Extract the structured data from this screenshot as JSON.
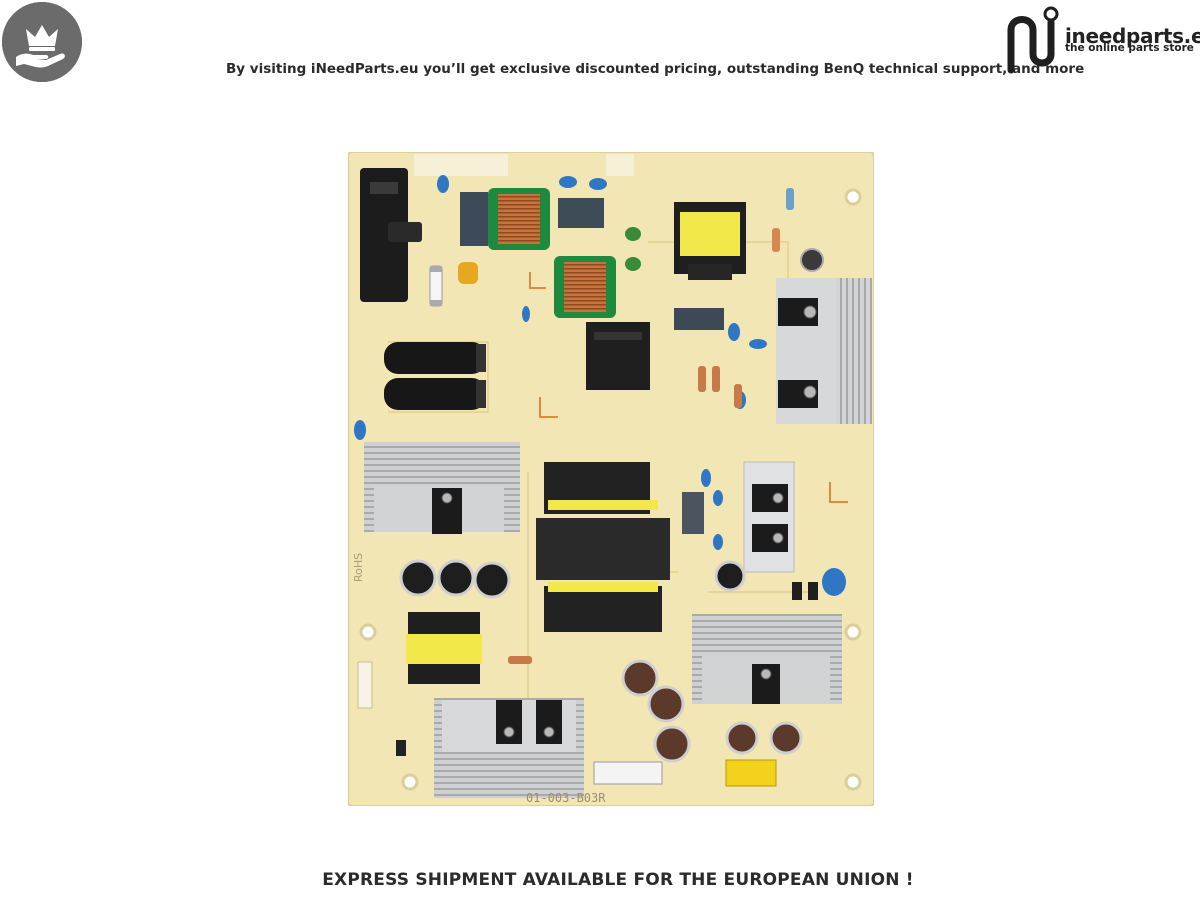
{
  "header": {
    "badge_icon": "crown-hand-icon",
    "tagline": "By visiting iNeedParts.eu you’ll get exclusive discounted pricing, outstanding BenQ technical support, and more"
  },
  "logo": {
    "icon": "ineedparts-logo-mark",
    "name": "ineedparts.eu",
    "subtitle": "the online parts store"
  },
  "product": {
    "board_marking": "01-003-B03R",
    "rohs_mark": "RoHS",
    "colors": {
      "pcb": "#f1e6b4",
      "heatsink": "#c9cacb",
      "transformer": "#1f1f1f",
      "tape": "#f2e84a"
    }
  },
  "footer": {
    "shipping_notice": "EXPRESS SHIPMENT AVAILABLE FOR THE EUROPEAN UNION !"
  }
}
